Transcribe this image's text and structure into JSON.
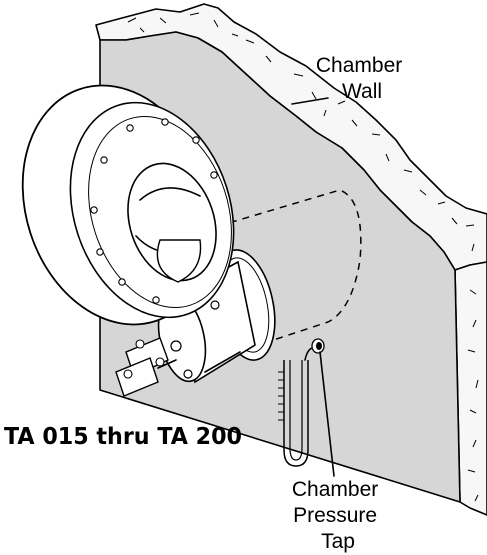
{
  "labels": {
    "chamber_wall": [
      "Chamber",
      "Wall"
    ],
    "model_range": "TA 015 thru TA 200",
    "chamber_pressure_tap": [
      "Chamber",
      "Pressure",
      "Tap"
    ]
  },
  "colors": {
    "wall_face": "#d6d6d6",
    "wall_top": "#f7f7f7",
    "outline": "#000000",
    "blower": "#ffffff"
  }
}
